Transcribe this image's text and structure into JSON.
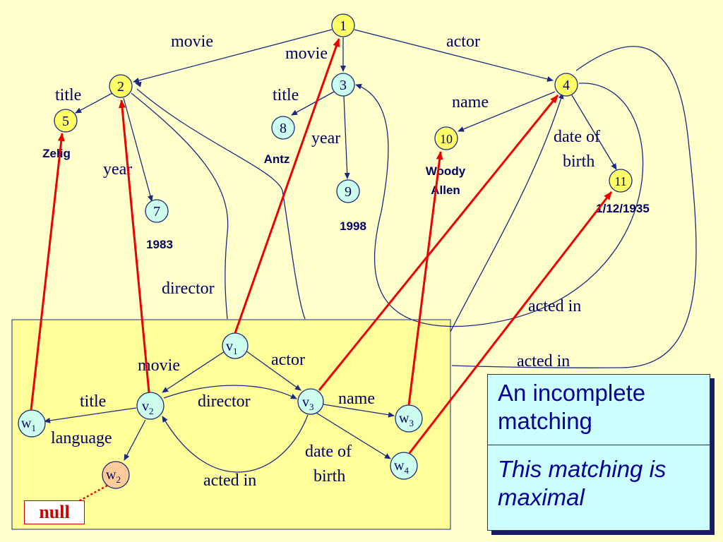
{
  "data_graph": {
    "nodes": [
      {
        "id": "1"
      },
      {
        "id": "2"
      },
      {
        "id": "3"
      },
      {
        "id": "4"
      },
      {
        "id": "5"
      },
      {
        "id": "7"
      },
      {
        "id": "8"
      },
      {
        "id": "9"
      },
      {
        "id": "10"
      },
      {
        "id": "11"
      }
    ],
    "edges": [
      {
        "from": "1",
        "to": "2",
        "label": "movie"
      },
      {
        "from": "1",
        "to": "3",
        "label": "movie"
      },
      {
        "from": "1",
        "to": "4",
        "label": "actor"
      },
      {
        "from": "2",
        "to": "5",
        "label": "title"
      },
      {
        "from": "2",
        "to": "7",
        "label": "year"
      },
      {
        "from": "3",
        "to": "8",
        "label": "title"
      },
      {
        "from": "3",
        "to": "9",
        "label": "year"
      },
      {
        "from": "4",
        "to": "10",
        "label": "name"
      },
      {
        "from": "4",
        "to": "11",
        "label": "date of birth"
      },
      {
        "from": "2",
        "to": "",
        "label": "director"
      },
      {
        "from": "4",
        "to": "3",
        "label": "acted in"
      },
      {
        "from": "4",
        "to": "2",
        "label": "acted in"
      }
    ],
    "values": {
      "zelig": "Zelig",
      "antz": "Antz",
      "y1983": "1983",
      "y1998": "1998",
      "woody": "Woody",
      "allen": "Allen",
      "dob": "1/12/1935"
    }
  },
  "query_graph": {
    "nodes": [
      {
        "id": "v1",
        "letter": "v",
        "sub": "1"
      },
      {
        "id": "v2",
        "letter": "v",
        "sub": "2"
      },
      {
        "id": "v3",
        "letter": "v",
        "sub": "3"
      },
      {
        "id": "w1",
        "letter": "w",
        "sub": "1"
      },
      {
        "id": "w2",
        "letter": "w",
        "sub": "2"
      },
      {
        "id": "w3",
        "letter": "w",
        "sub": "3"
      },
      {
        "id": "w4",
        "letter": "w",
        "sub": "4"
      }
    ],
    "edges": [
      {
        "from": "v1",
        "to": "v2",
        "label": "movie"
      },
      {
        "from": "v1",
        "to": "v3",
        "label": "actor"
      },
      {
        "from": "v2",
        "to": "w1",
        "label": "title"
      },
      {
        "from": "v2",
        "to": "v3",
        "label": "director"
      },
      {
        "from": "v2",
        "to": "w2",
        "label": "language"
      },
      {
        "from": "v3",
        "to": "w3",
        "label": "name"
      },
      {
        "from": "v3",
        "to": "w4",
        "label": "date of"
      },
      {
        "from": "v3",
        "to": "w4",
        "label": "birth"
      },
      {
        "from": "v3",
        "to": "v2",
        "label": "acted in"
      }
    ],
    "null_label": "null"
  },
  "matching": [
    {
      "from": "w1",
      "to": "5"
    },
    {
      "from": "v2",
      "to": "2"
    },
    {
      "from": "v1",
      "to": "1"
    },
    {
      "from": "v3",
      "to": "4"
    },
    {
      "from": "w3",
      "to": "10"
    },
    {
      "from": "w4",
      "to": "11"
    },
    {
      "from": "w2",
      "to": "null"
    }
  ],
  "callout": {
    "headline_line1": "An incomplete",
    "headline_line2": "matching",
    "note_line1": "This matching is",
    "note_line2": "maximal"
  },
  "colors": {
    "background": "#ffffcc",
    "edge": "#1a2a80",
    "node_yellow": "#ffff66",
    "node_cyan": "#ccffee",
    "node_orange": "#ffcc99",
    "match_arrow": "#ee0000",
    "text": "#000066"
  }
}
